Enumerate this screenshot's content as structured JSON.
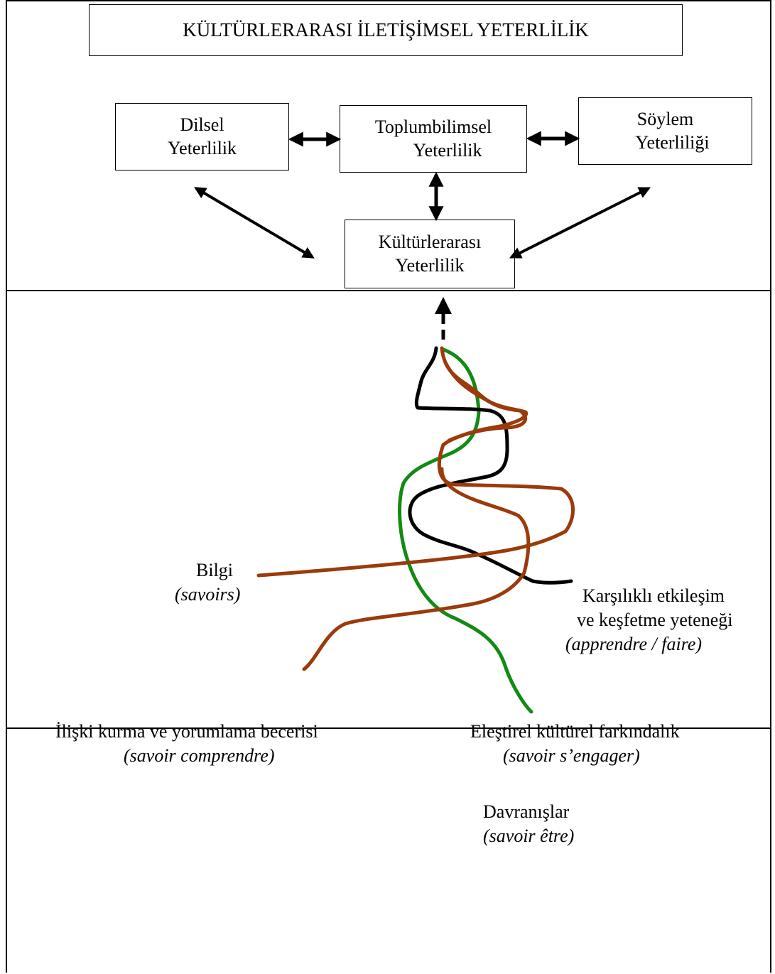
{
  "title": "KÜLTÜRLERARASI İLETİŞİMSEL YETERLİLİK",
  "boxes": {
    "dilsel": [
      "Dilsel",
      "Yeterlilik"
    ],
    "toplum": [
      "Toplumbilimsel",
      "Yeterlilik"
    ],
    "soylem": [
      "Söylem",
      "Yeterliliği"
    ],
    "kultur": [
      "Kültürlerarası",
      "Yeterlilik"
    ]
  },
  "labels": {
    "bilgi": {
      "main": "Bilgi",
      "sub": "(savoirs)"
    },
    "karsilikli": {
      "line1": "Karşılıklı etkileşim",
      "line2": "ve keşfetme yeteneği",
      "sub": "(apprendre / faire)"
    },
    "iliski": {
      "main": "İlişki kurma ve yorumlama becerisi",
      "sub": "(savoir comprendre)"
    },
    "elestirel": {
      "main": "Eleştirel kültürel farkındalık",
      "sub": "(savoir s’engager)"
    },
    "davranislar": {
      "main": "Davranışlar",
      "sub": "(savoir être)"
    }
  },
  "colors": {
    "green": "#138a13",
    "brown": "#9b3a0b",
    "black": "#000000"
  }
}
